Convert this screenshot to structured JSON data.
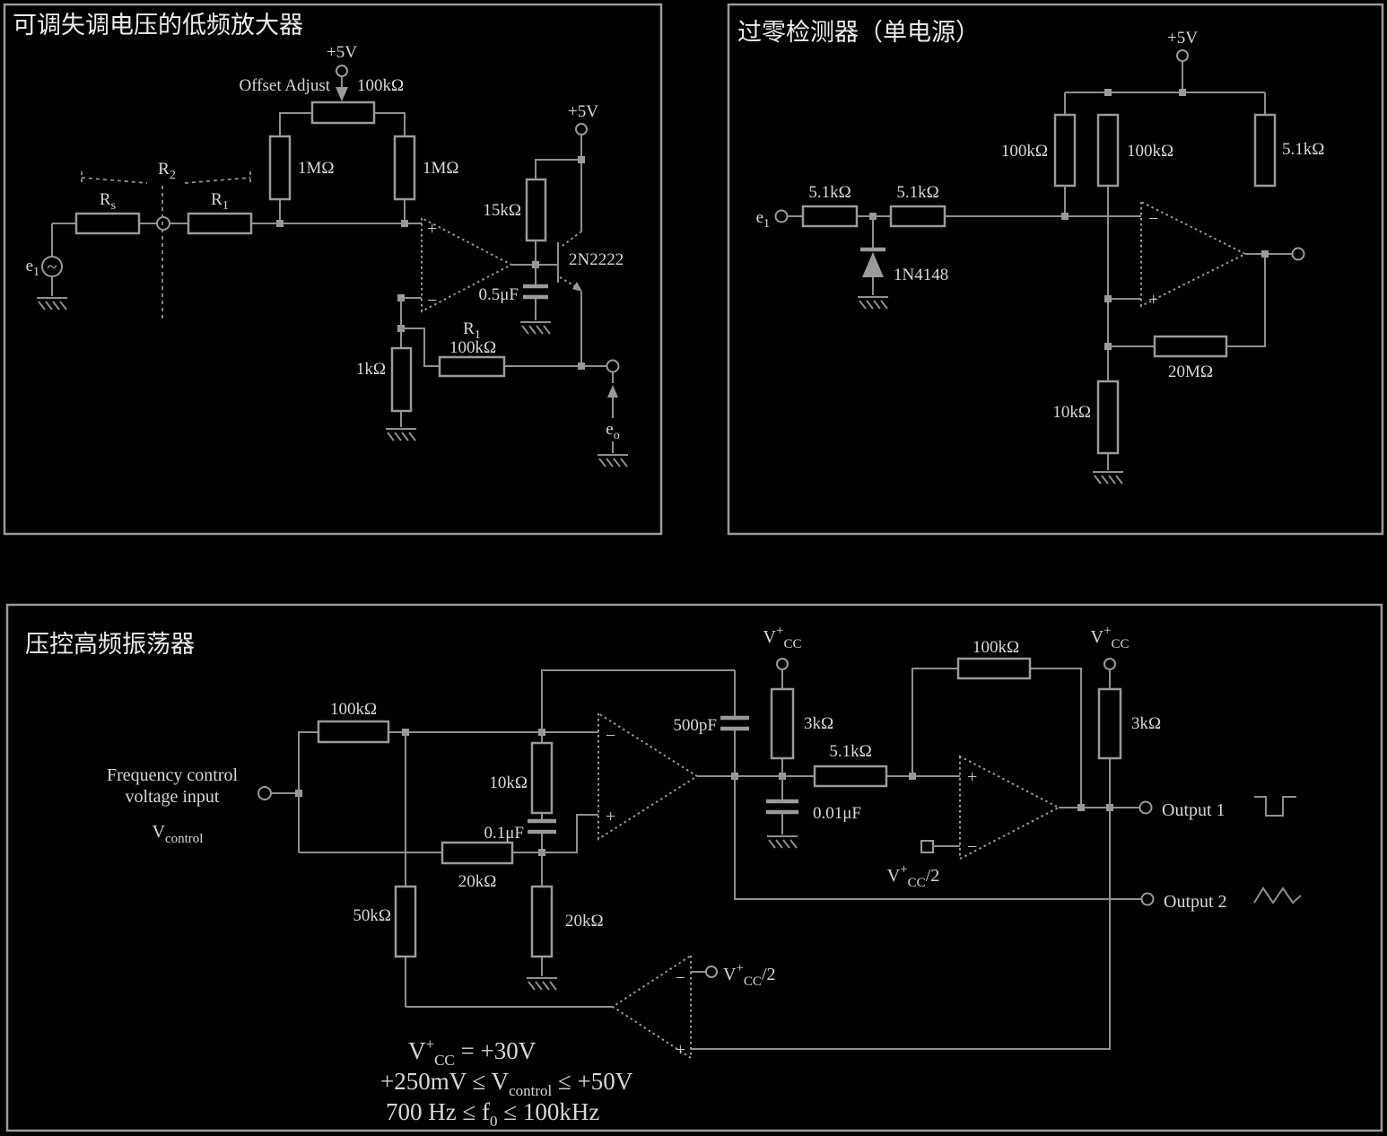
{
  "panel1": {
    "title": "可调失调电压的低频放大器",
    "supply_top": "+5V",
    "offset_adjust": "Offset Adjust",
    "pot_value": "100kΩ",
    "r2": {
      "b": "R",
      "sub": "2"
    },
    "rs": {
      "b": "R",
      "sub": "s"
    },
    "r1": {
      "b": "R",
      "sub": "1"
    },
    "m1_left": "1MΩ",
    "m1_right": "1MΩ",
    "source": {
      "b": "e",
      "sub": "1"
    },
    "ac": "~",
    "r15k": "15kΩ",
    "supply_right": "+5V",
    "transistor": "2N2222",
    "cap": "0.5μF",
    "fb_name": {
      "b": "R",
      "sub": "1"
    },
    "fb_value": "100kΩ",
    "r1k": "1kΩ",
    "out": {
      "b": "e",
      "sub": "o"
    }
  },
  "panel2": {
    "title": "过零检测器（单电源）",
    "supply": "+5V",
    "r100k_a": "100kΩ",
    "r100k_b": "100kΩ",
    "r51k_top": "5.1kΩ",
    "input": {
      "b": "e",
      "sub": "1"
    },
    "r51k_a": "5.1kΩ",
    "r51k_b": "5.1kΩ",
    "diode": "1N4148",
    "r20m": "20MΩ",
    "r10k": "10kΩ"
  },
  "panel3": {
    "title": "压控高频振荡器",
    "input_line1": "Frequency control",
    "input_line2": "voltage input",
    "vcontrol": {
      "b": "V",
      "sub": "control"
    },
    "r100k_in": "100kΩ",
    "r50k": "50kΩ",
    "r10k": "10kΩ",
    "c01": "0.1μF",
    "r20k_h": "20kΩ",
    "r20k_v": "20kΩ",
    "c500p": "500pF",
    "vcc_a": {
      "b": "V",
      "sup": "+",
      "sub": "CC"
    },
    "r3k_a": "3kΩ",
    "r51k": "5.1kΩ",
    "c001": "0.01μF",
    "r100k_fb": "100kΩ",
    "vcc_b": {
      "b": "V",
      "sup": "+",
      "sub": "CC"
    },
    "r3k_b": "3kΩ",
    "vcc_half": {
      "b": "V",
      "sup": "+",
      "sub": "CC",
      "rest": "/2"
    },
    "out1": "Output 1",
    "out2": "Output 2",
    "eq1": {
      "p1": "V",
      "sup": "+",
      "sub": "CC",
      "p2": " = +30V"
    },
    "eq2": {
      "p1": "+250mV ≤ V",
      "sub": "control",
      "p2": " ≤ +50V"
    },
    "eq3": {
      "p1": "700 Hz ≤ f",
      "sub": "0",
      "p2": " ≤ 100kHz"
    }
  },
  "marks": {
    "plus": "+",
    "minus": "−"
  },
  "colors": {
    "wire": "#8f8f8f",
    "text": "#d8d8d8",
    "bg": "#000000"
  }
}
